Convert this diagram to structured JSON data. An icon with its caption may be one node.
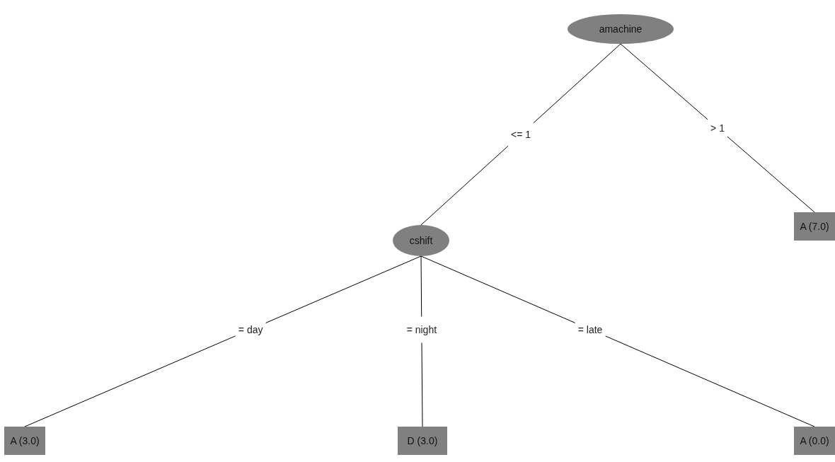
{
  "diagram": {
    "nodes": [
      {
        "text": [
          "amachine"
        ]
      },
      {
        "text": [
          "cshift"
        ]
      },
      {
        "text": [
          "A (7.0)"
        ]
      },
      {
        "text": [
          "A (3.0)"
        ]
      },
      {
        "text": [
          "D (3.0)"
        ]
      },
      {
        "text": [
          "A (0.0)"
        ]
      }
    ],
    "edges": [
      {
        "from": 0,
        "to": 1,
        "arrow": "none",
        "label": "<= 1"
      },
      {
        "from": 0,
        "to": 2,
        "arrow": "none",
        "label": "> 1"
      },
      {
        "from": 1,
        "to": 3,
        "arrow": "none",
        "label": "= day"
      },
      {
        "from": 1,
        "to": 4,
        "arrow": "none",
        "label": "= night"
      },
      {
        "from": 1,
        "to": 5,
        "arrow": "none",
        "label": "= late"
      }
    ]
  }
}
